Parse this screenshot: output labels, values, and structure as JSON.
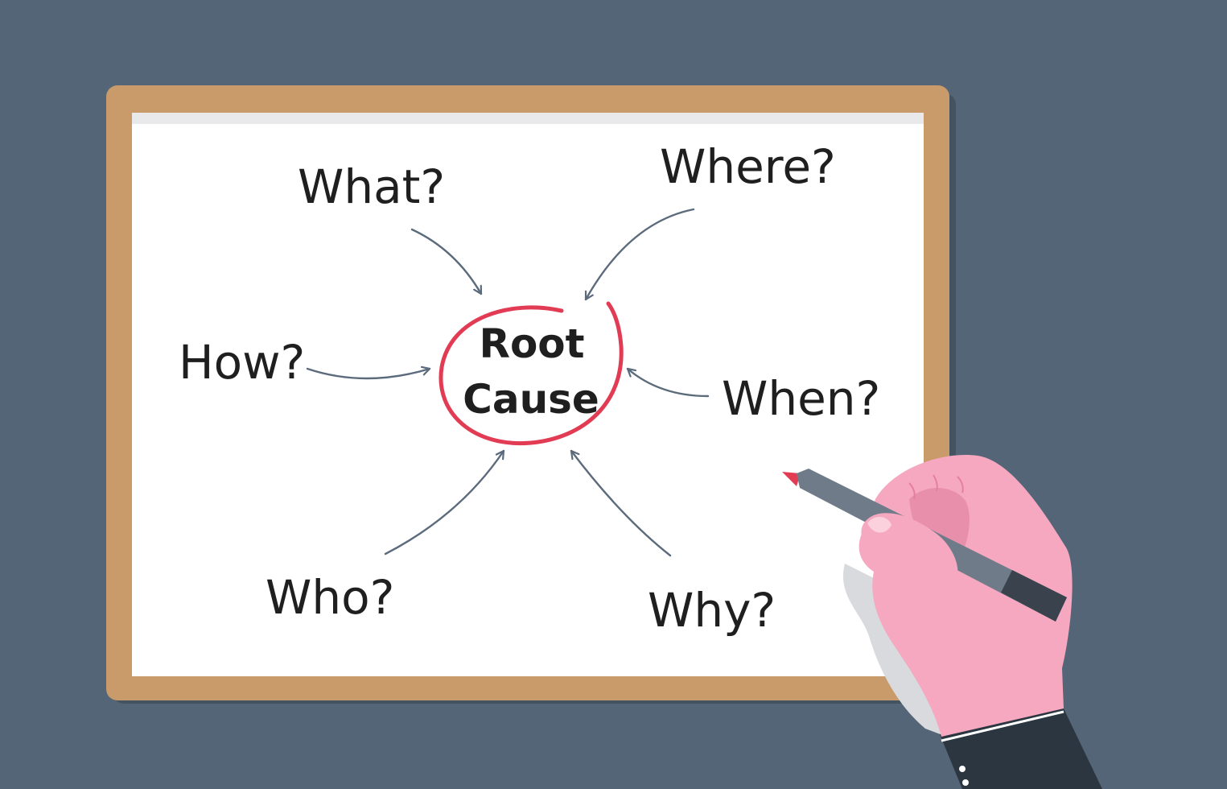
{
  "diagram": {
    "center": {
      "line1": "Root",
      "line2": "Cause"
    },
    "questions": {
      "what": "What?",
      "where": "Where?",
      "how": "How?",
      "when": "When?",
      "who": "Who?",
      "why": "Why?"
    }
  },
  "colors": {
    "background": "#546577",
    "board_frame": "#c99a6a",
    "board_surface": "#ffffff",
    "text": "#1f1f1f",
    "arrow": "#5b6b7c",
    "circle": "#e23b54",
    "hand": "#f6a8c0",
    "sleeve": "#2b3640",
    "pen": "#6f7b88"
  }
}
